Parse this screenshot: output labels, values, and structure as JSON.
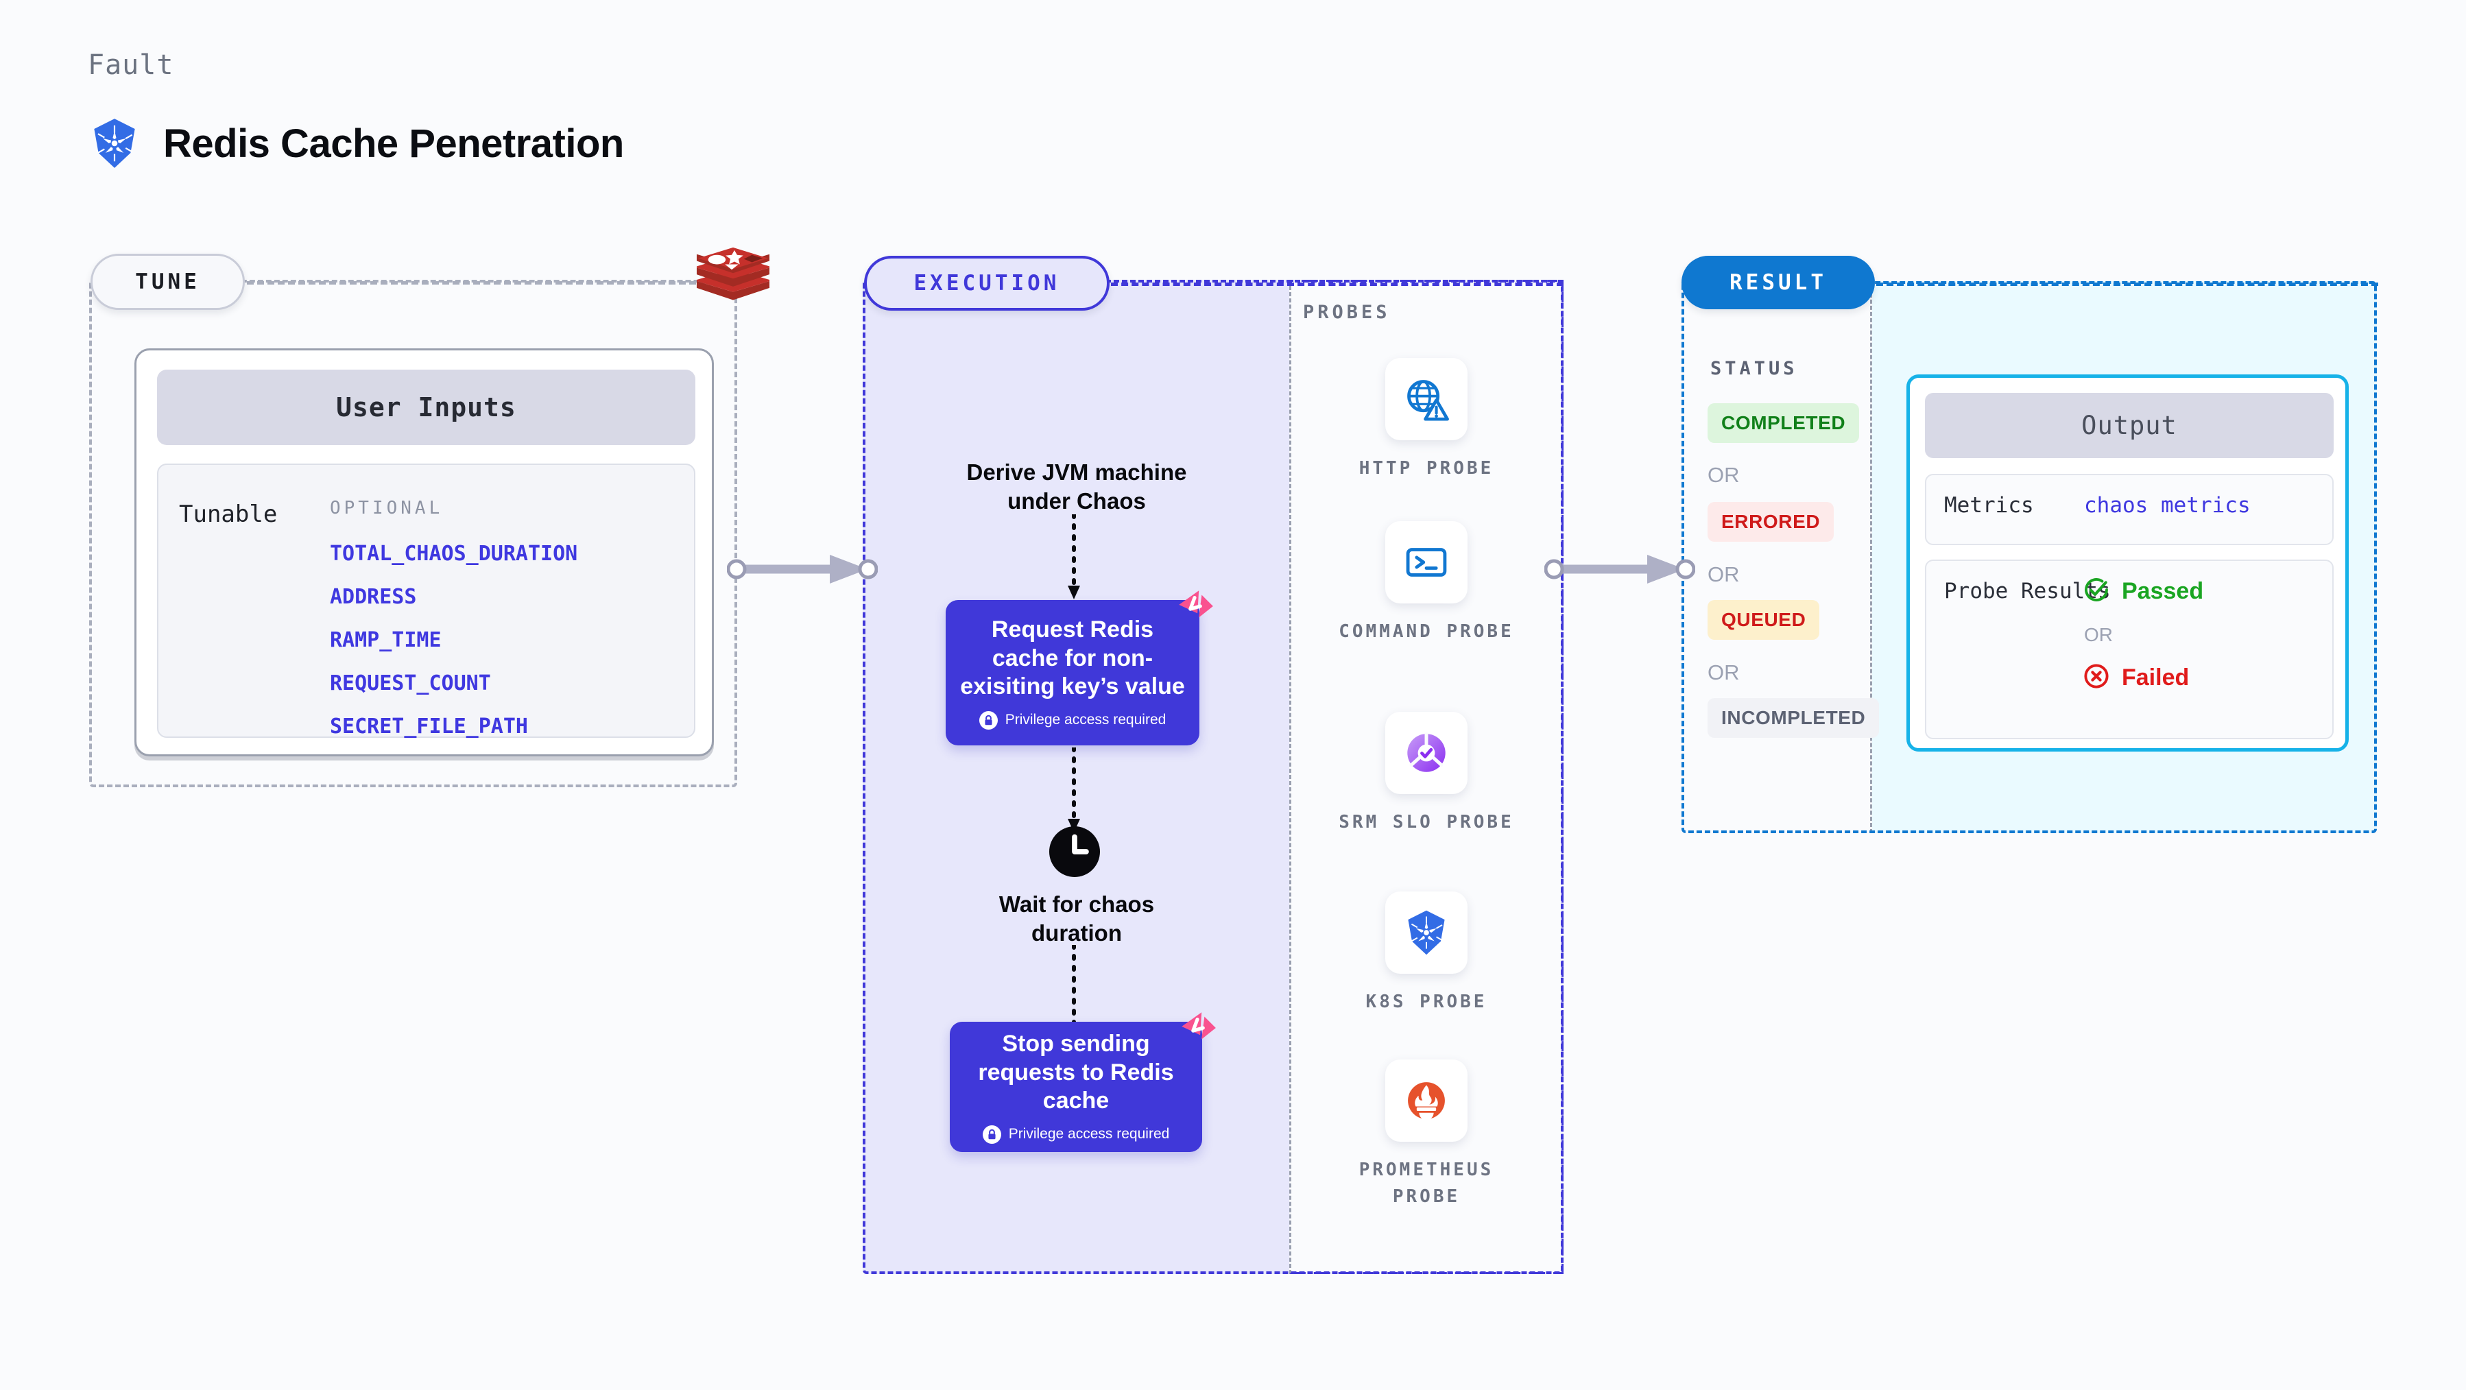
{
  "header": {
    "eyebrow": "Fault",
    "title": "Redis Cache Penetration",
    "icon": "kubernetes-icon"
  },
  "stages": {
    "tune": {
      "label": "TUNE"
    },
    "execution": {
      "label": "EXECUTION"
    },
    "result": {
      "label": "RESULT"
    }
  },
  "tune": {
    "brand_icon": "redis-icon",
    "card_title": "User Inputs",
    "tunable_label": "Tunable",
    "optional_header": "OPTIONAL",
    "optional_items": [
      "TOTAL_CHAOS_DURATION",
      "ADDRESS",
      "RAMP_TIME",
      "REQUEST_COUNT",
      "SECRET_FILE_PATH"
    ]
  },
  "execution": {
    "step_derive": "Derive JVM machine under Chaos",
    "step_request": "Request Redis cache for non-exisiting key’s value",
    "step_request_note": "Privilege access required",
    "step_wait": "Wait for chaos duration",
    "step_stop": "Stop sending requests to Redis cache",
    "step_stop_note": "Privilege access required",
    "clock_icon": "clock-icon",
    "lock_icon": "lock-icon",
    "corner_icon": "litmus-chaos-icon"
  },
  "probes": {
    "header": "PROBES",
    "items": [
      {
        "label": "HTTP PROBE",
        "icon": "globe-warning-icon"
      },
      {
        "label": "COMMAND PROBE",
        "icon": "terminal-icon"
      },
      {
        "label": "SRM SLO PROBE",
        "icon": "srm-slo-icon"
      },
      {
        "label": "K8S PROBE",
        "icon": "kubernetes-icon"
      },
      {
        "label": "PROMETHEUS PROBE",
        "icon": "prometheus-icon"
      }
    ]
  },
  "result": {
    "status_header": "STATUS",
    "or_label": "OR",
    "statuses": [
      {
        "label": "COMPLETED",
        "bg": "#ddf5dd",
        "fg": "#11801a"
      },
      {
        "label": "ERRORED",
        "bg": "#fdeaea",
        "fg": "#cf1a1a"
      },
      {
        "label": "QUEUED",
        "bg": "#fdf0cc",
        "fg": "#cf1a1a"
      },
      {
        "label": "INCOMPLETED",
        "bg": "#f1f2f6",
        "fg": "#5c6273"
      }
    ],
    "output": {
      "title": "Output",
      "metrics_key": "Metrics",
      "metrics_value": "chaos metrics",
      "probe_key": "Probe Results",
      "passed_label": "Passed",
      "failed_label": "Failed",
      "or_label": "OR",
      "passed_icon": "check-circle-icon",
      "failed_icon": "x-circle-icon",
      "passed_color": "#1aa522",
      "failed_color": "#e01b1b"
    }
  },
  "colors": {
    "tune_accent": "#a9aebd",
    "execution_accent": "#4038d9",
    "result_accent": "#0f78d0",
    "output_accent": "#16b2e8",
    "mono_text": "#3f38e0",
    "connector": "#aeb0c6"
  }
}
